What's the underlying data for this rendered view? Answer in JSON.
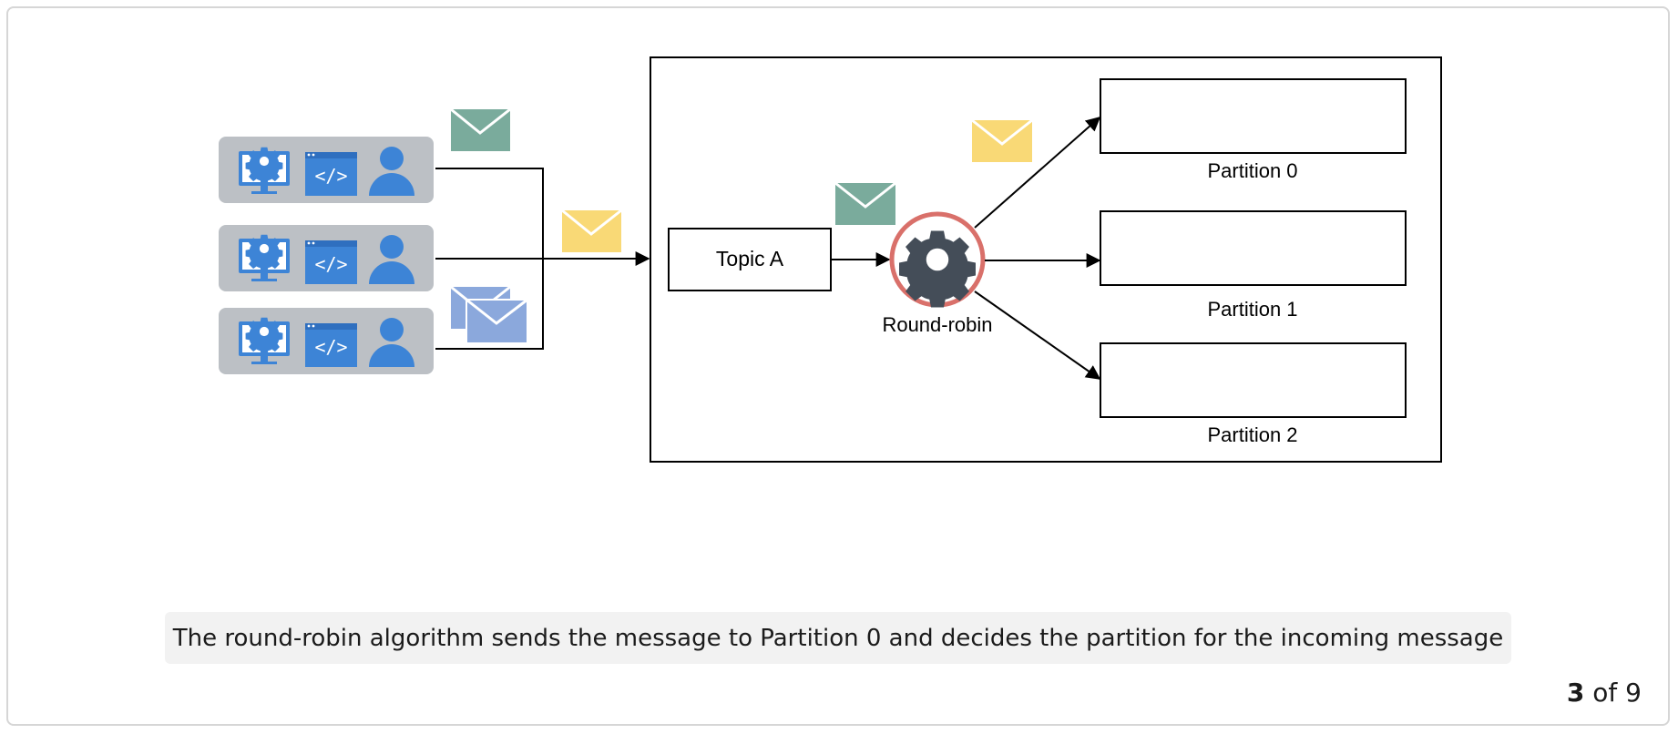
{
  "diagram": {
    "topic_label": "Topic A",
    "router_label": "Round-robin",
    "partitions": [
      {
        "label": "Partition 0"
      },
      {
        "label": "Partition 1"
      },
      {
        "label": "Partition 2"
      }
    ],
    "producers": [
      {
        "icons": [
          "gear-monitor-icon",
          "code-window-icon",
          "user-icon"
        ]
      },
      {
        "icons": [
          "gear-monitor-icon",
          "code-window-icon",
          "user-icon"
        ]
      },
      {
        "icons": [
          "gear-monitor-icon",
          "code-window-icon",
          "user-icon"
        ]
      }
    ],
    "code_glyph": "</>",
    "message_colors": {
      "green": "#7aab9c",
      "yellow": "#f9d976",
      "blue": "#8ba8dc"
    },
    "router_ring_color": "#d9706a",
    "router_gear_color": "#444d58"
  },
  "caption": "The round-robin algorithm sends the message to Partition 0 and decides the partition for the incoming message",
  "pager": {
    "current": "3",
    "separator": "of",
    "total": "9"
  }
}
